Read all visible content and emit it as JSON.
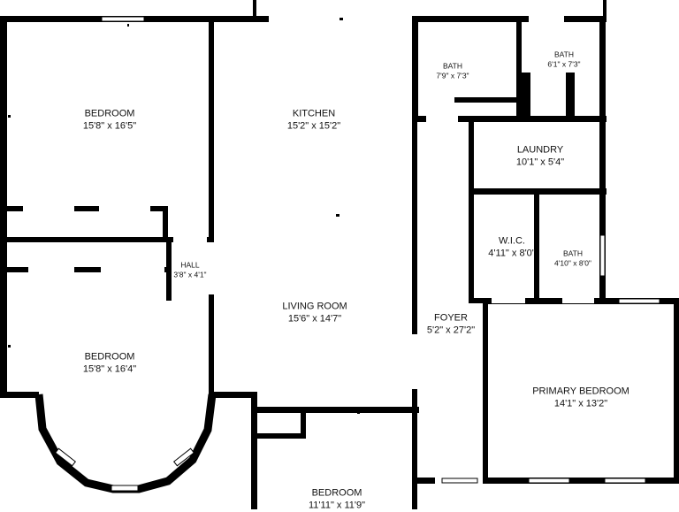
{
  "rooms": [
    {
      "id": "bedroom-1",
      "name": "BEDROOM",
      "dims": "15'8\" x 16'5\""
    },
    {
      "id": "kitchen",
      "name": "KITCHEN",
      "dims": "15'2\" x 15'2\""
    },
    {
      "id": "bath-1",
      "name": "BATH",
      "dims": "7'9\" x 7'3\""
    },
    {
      "id": "bath-2",
      "name": "BATH",
      "dims": "6'1\" x 7'3\""
    },
    {
      "id": "laundry",
      "name": "LAUNDRY",
      "dims": "10'1\" x 5'4\""
    },
    {
      "id": "hall",
      "name": "HALL",
      "dims": "3'8\" x 4'1\""
    },
    {
      "id": "wic",
      "name": "W.I.C.",
      "dims": "4'11\" x 8'0\""
    },
    {
      "id": "bath-3",
      "name": "BATH",
      "dims": "4'10\" x 8'0\""
    },
    {
      "id": "living-room",
      "name": "LIVING ROOM",
      "dims": "15'6\" x 14'7\""
    },
    {
      "id": "foyer",
      "name": "FOYER",
      "dims": "5'2\" x 27'2\""
    },
    {
      "id": "bedroom-2",
      "name": "BEDROOM",
      "dims": "15'8\" x 16'4\""
    },
    {
      "id": "primary-bedroom",
      "name": "PRIMARY BEDROOM",
      "dims": "14'1\" x 13'2\""
    },
    {
      "id": "bedroom-3",
      "name": "BEDROOM",
      "dims": "11'11\" x 11'9\""
    }
  ],
  "colors": {
    "wall": "#000000",
    "window": "#ffffff",
    "background": "#ffffff"
  }
}
